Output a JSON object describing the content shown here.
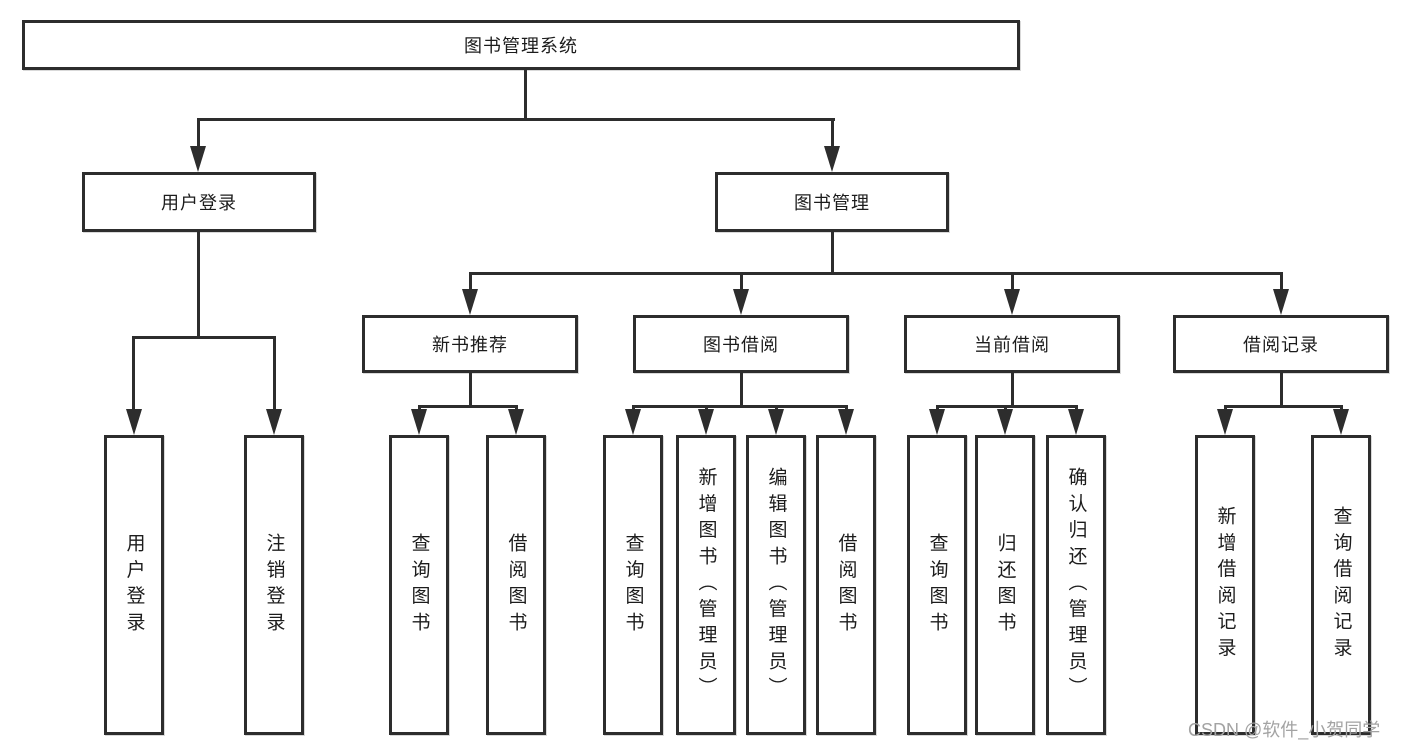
{
  "diagram_title": "图书管理系统",
  "tree": {
    "label": "图书管理系统",
    "children": [
      {
        "label": "用户登录",
        "children": [
          {
            "label": "用户登录"
          },
          {
            "label": "注销登录"
          }
        ]
      },
      {
        "label": "图书管理",
        "children": [
          {
            "label": "新书推荐",
            "children": [
              {
                "label": "查询图书"
              },
              {
                "label": "借阅图书"
              }
            ]
          },
          {
            "label": "图书借阅",
            "children": [
              {
                "label": "查询图书"
              },
              {
                "label": "新增图书（管理员）"
              },
              {
                "label": "编辑图书（管理员）"
              },
              {
                "label": "借阅图书"
              }
            ]
          },
          {
            "label": "当前借阅",
            "children": [
              {
                "label": "查询图书"
              },
              {
                "label": "归还图书"
              },
              {
                "label": "确认归还（管理员）"
              }
            ]
          },
          {
            "label": "借阅记录",
            "children": [
              {
                "label": "新增借阅记录"
              },
              {
                "label": "查询借阅记录"
              }
            ]
          }
        ]
      }
    ]
  },
  "watermark": "CSDN @软件_小贺同学",
  "colors": {
    "line": "#2d2d2d",
    "text": "#1c1c1c",
    "background": "#ffffff",
    "watermark": "#a3a3a3"
  }
}
